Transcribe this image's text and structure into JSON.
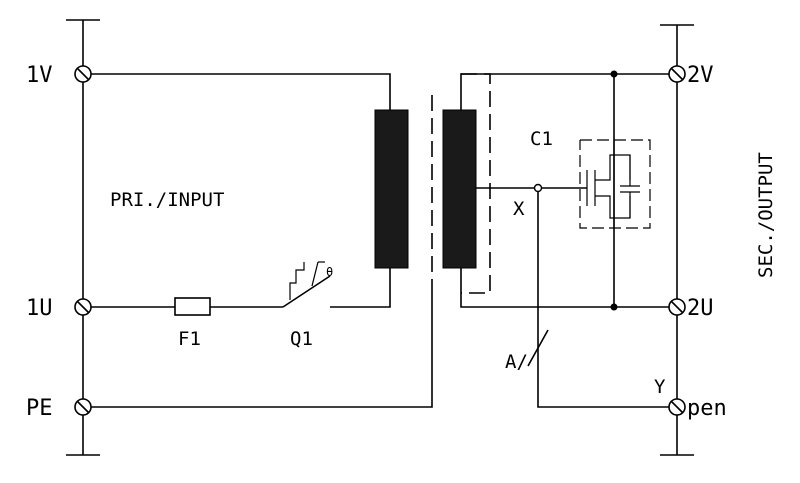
{
  "terminals": {
    "t_1V": "1V",
    "t_1U": "1U",
    "t_PE": "PE",
    "t_2V": "2V",
    "t_2U": "2U",
    "t_pen": "pen"
  },
  "labels": {
    "primary": "PRI./INPUT",
    "secondary": "SEC./OUTPUT",
    "fuse": "F1",
    "breaker": "Q1",
    "thermal": "θ",
    "capacitor": "C1",
    "node_x": "X",
    "node_y": "Y",
    "link_a": "A/"
  },
  "colors": {
    "ink": "#000000",
    "background": "#ffffff"
  }
}
